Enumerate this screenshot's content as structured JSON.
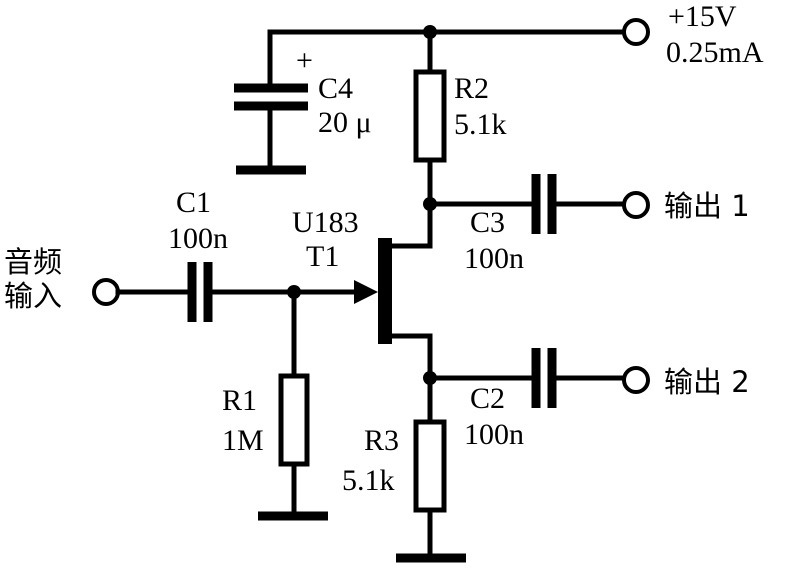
{
  "supply": {
    "voltage": "+15V",
    "current": "0.25mA"
  },
  "input": {
    "line1": "音频",
    "line2": "输入"
  },
  "outputs": {
    "out1": "输出 1",
    "out2": "输出 2"
  },
  "components": {
    "c1": {
      "name": "C1",
      "value": "100n"
    },
    "c2": {
      "name": "C2",
      "value": "100n"
    },
    "c3": {
      "name": "C3",
      "value": "100n"
    },
    "c4": {
      "name": "C4",
      "value": "20 μ",
      "polarity": "+"
    },
    "r1": {
      "name": "R1",
      "value": "1M"
    },
    "r2": {
      "name": "R2",
      "value": "5.1k"
    },
    "r3": {
      "name": "R3",
      "value": "5.1k"
    },
    "t1": {
      "part": "U183",
      "name": "T1"
    }
  }
}
